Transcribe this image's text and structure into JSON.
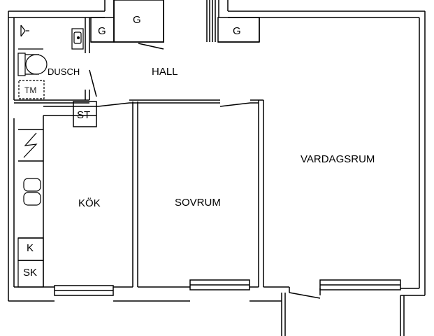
{
  "rooms": {
    "hall": "HALL",
    "kok": "KÖK",
    "sovrum": "SOVRUM",
    "vardagsrum": "VARDAGSRUM",
    "dusch": "DUSCH"
  },
  "fixtures": {
    "g_entry": "G",
    "g_hall_small": "G",
    "g_hall_right": "G",
    "st": "ST",
    "tm": "TM",
    "k": "K",
    "sk": "SK"
  },
  "icons": {
    "cooktop": "lightning-icon",
    "sink": "sink-icon",
    "toilet": "toilet-icon",
    "shower": "shower-drain-icon",
    "double_sink": "double-sink-icon"
  }
}
